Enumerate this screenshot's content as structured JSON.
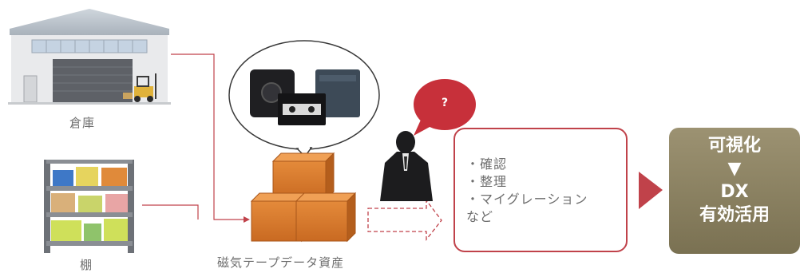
{
  "labels": {
    "warehouse": "倉庫",
    "shelf": "棚",
    "assets": "磁気テープデータ資産"
  },
  "bubble": {
    "mark": "?"
  },
  "tasks": {
    "items": [
      "・確認",
      "・整理",
      "・マイグレーション",
      "など"
    ]
  },
  "result": {
    "line1": "可視化",
    "arrow": "▼",
    "line2": "DX",
    "line3": "有効活用"
  },
  "colors": {
    "accent": "#c0424a",
    "box": "#d9782c",
    "result": "#8a8060"
  }
}
